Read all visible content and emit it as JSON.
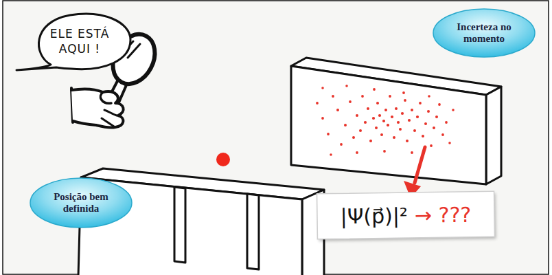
{
  "diagram": {
    "nodes": [
      {
        "text": [
          "ELE ESTÁ AQUI !"
        ]
      },
      {
        "text": [
          "Incerteza no momento"
        ]
      },
      {
        "text": [
          "Posição bem definida"
        ]
      },
      {
        "text": [
          "|Ψ(p⃗)|²",
          "→ ???"
        ]
      }
    ]
  }
}
